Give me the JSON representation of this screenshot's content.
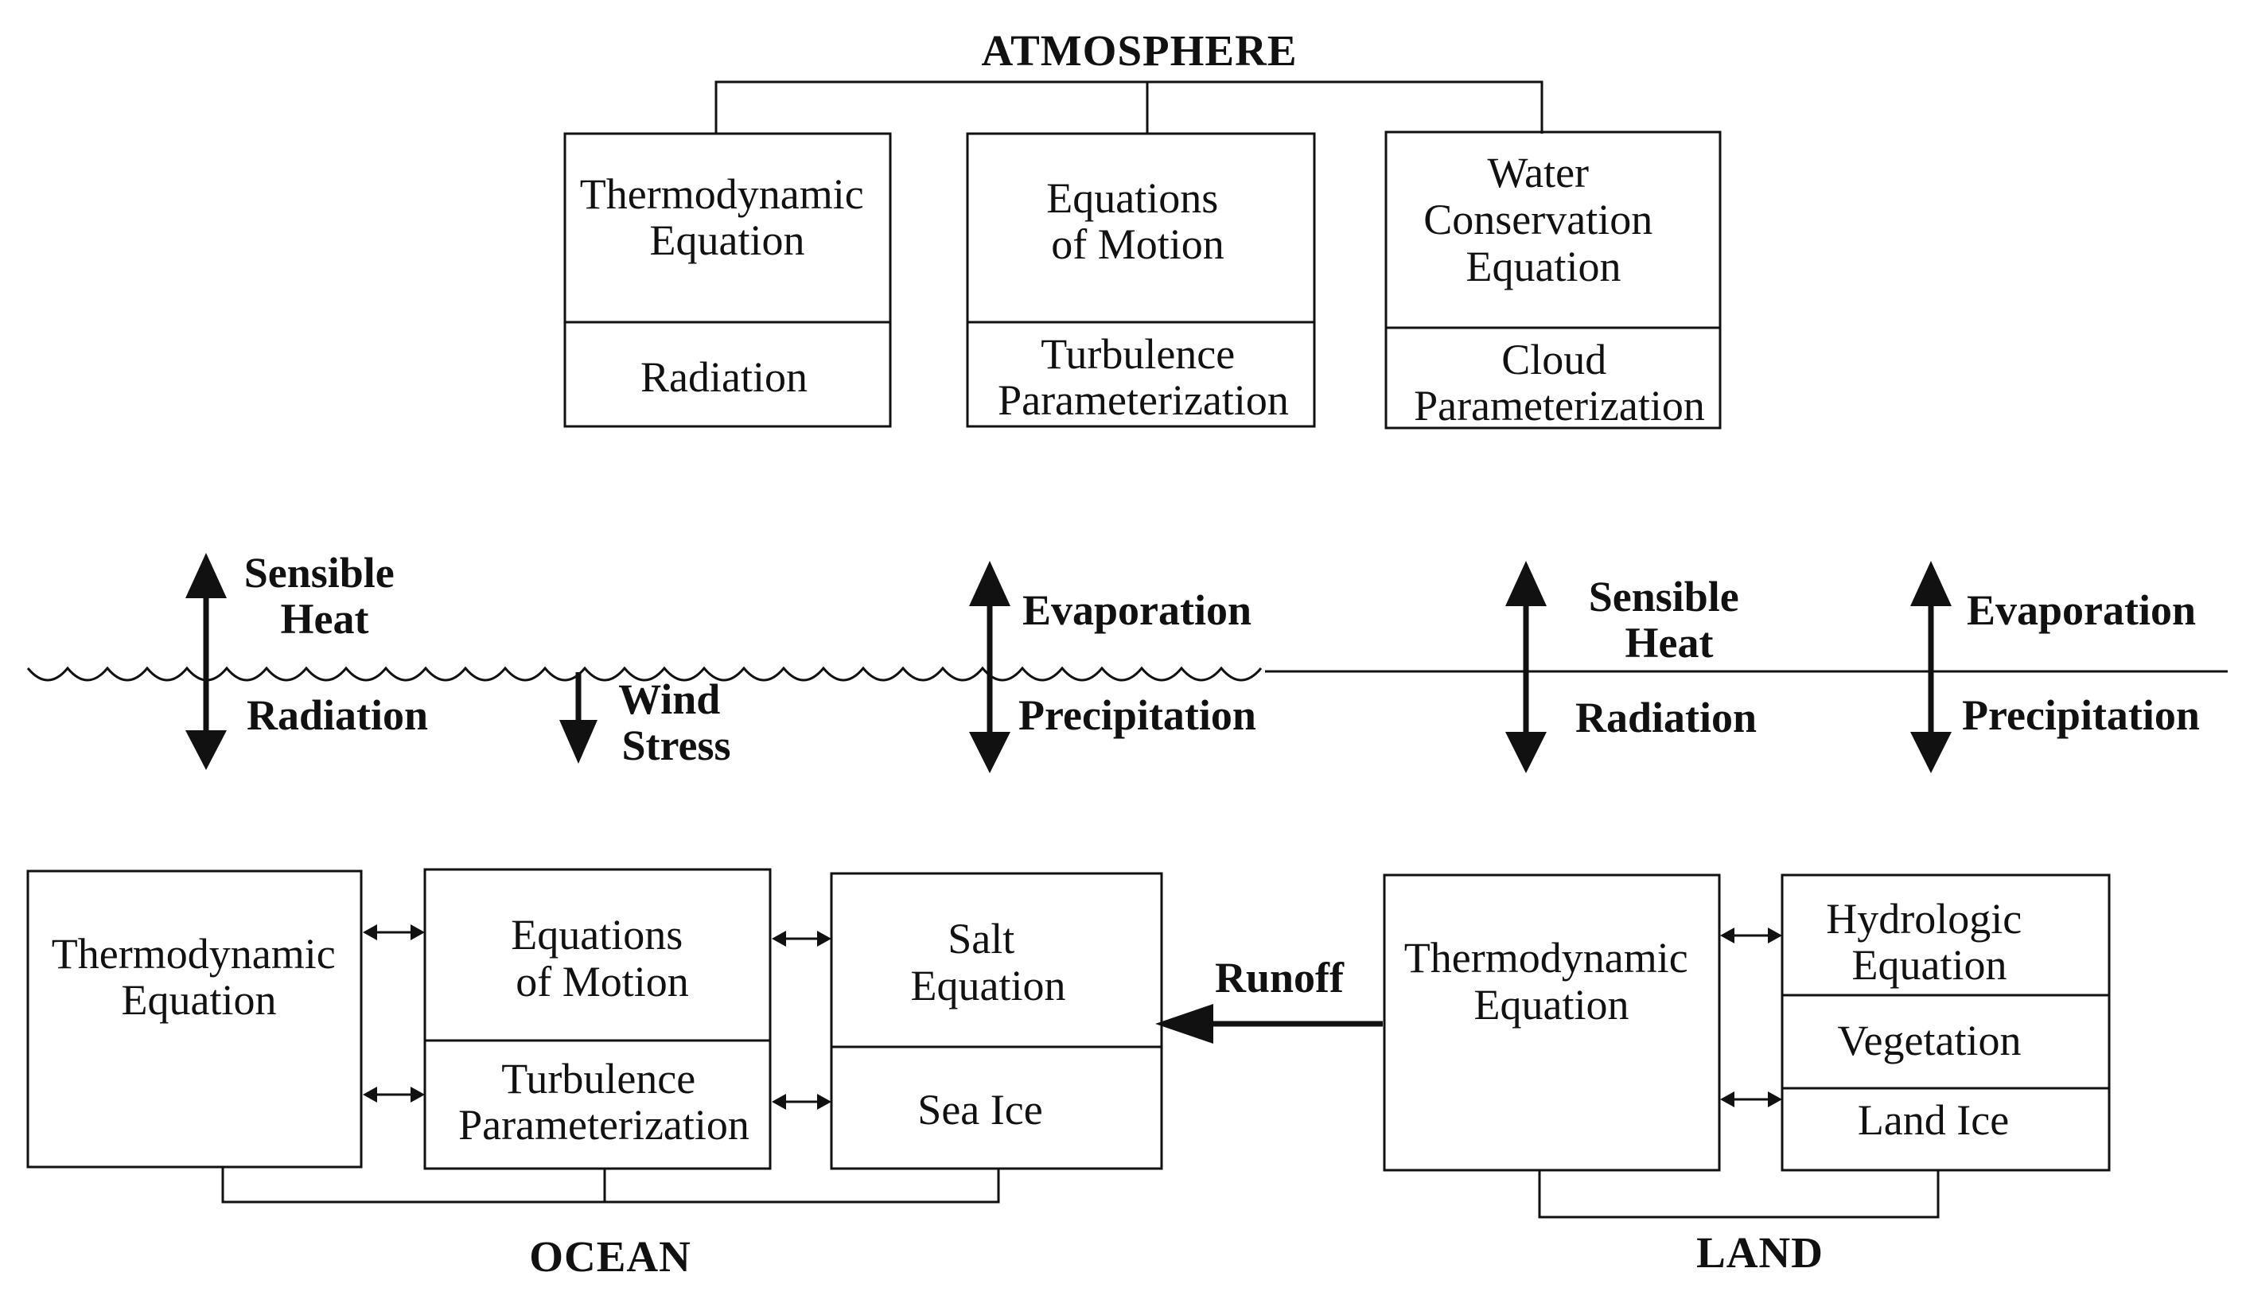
{
  "sections": {
    "atmosphere": "ATMOSPHERE",
    "ocean": "OCEAN",
    "land": "LAND"
  },
  "atmosphere": {
    "thermo": [
      "Thermodynamic",
      "Equation"
    ],
    "radiation": [
      "Radiation"
    ],
    "motion": [
      "Equations",
      "of Motion"
    ],
    "turbulence": [
      "Turbulence",
      "Parameterization"
    ],
    "water": [
      "Water",
      "Conservation",
      "Equation"
    ],
    "cloud": [
      "Cloud",
      "Parameterization"
    ]
  },
  "fluxes": {
    "ocean_up_heat": [
      "Sensible",
      "Heat"
    ],
    "ocean_down_radiation": [
      "Radiation"
    ],
    "wind_stress": [
      "Wind",
      "Stress"
    ],
    "ocean_evaporation": [
      "Evaporation"
    ],
    "ocean_precipitation": [
      "Precipitation"
    ],
    "land_up_heat": [
      "Sensible",
      "Heat"
    ],
    "land_down_radiation": [
      "Radiation"
    ],
    "land_evaporation": [
      "Evaporation"
    ],
    "land_precipitation": [
      "Precipitation"
    ],
    "runoff": [
      "Runoff"
    ]
  },
  "ocean": {
    "thermo": [
      "Thermodynamic",
      "Equation"
    ],
    "motion": [
      "Equations",
      "of Motion"
    ],
    "turbulence": [
      "Turbulence",
      "Parameterization"
    ],
    "salt": [
      "Salt",
      "Equation"
    ],
    "seaice": [
      "Sea Ice"
    ]
  },
  "land": {
    "thermo": [
      "Thermodynamic",
      "Equation"
    ],
    "hydrologic": [
      "Hydrologic",
      "Equation"
    ],
    "vegetation": [
      "Vegetation"
    ],
    "landice": [
      "Land Ice"
    ]
  }
}
